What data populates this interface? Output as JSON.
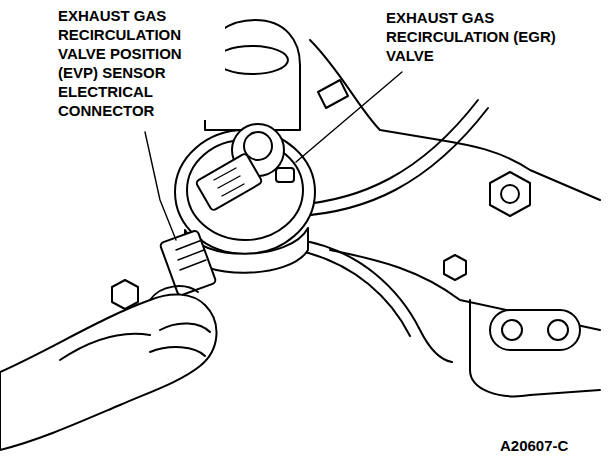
{
  "diagram": {
    "labels": [
      "EXHAUST GAS RECIRCULATION VALVE POSITION (EVP) SENSOR ELECTRICAL CONNECTOR",
      "EXHAUST GAS RECIRCULATION (EGR) VALVE",
      "A20607-C"
    ]
  }
}
